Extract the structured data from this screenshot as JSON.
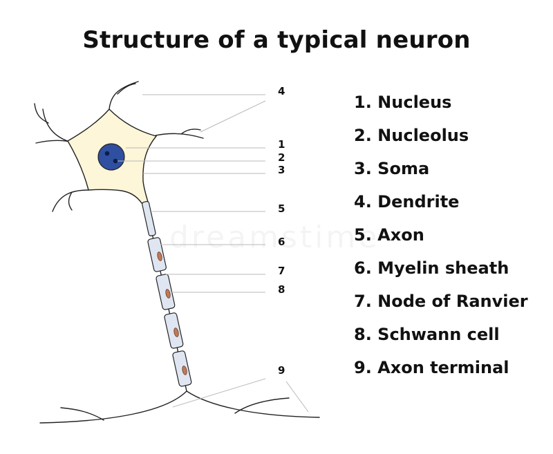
{
  "title": "Structure of a typical neuron",
  "callout_numbers": [
    "4",
    "1",
    "2",
    "3",
    "5",
    "6",
    "7",
    "8",
    "9"
  ],
  "legend": [
    "1. Nucleus",
    "2. Nucleolus",
    "3. Soma",
    "4. Dendrite",
    "5. Axon",
    "6. Myelin sheath",
    "7. Node of Ranvier",
    "8. Schwann cell",
    "9. Axon terminal"
  ],
  "watermark": "dreamstime",
  "colors": {
    "soma_fill": "#fdf6d8",
    "nucleus": "#2f4fa0",
    "nucleolus": "#0d1d4a",
    "myelin": "#dfe6f2",
    "schwann_nucleus": "#c07a55",
    "outline": "#222222",
    "leader_line": "#b8b8b8"
  }
}
